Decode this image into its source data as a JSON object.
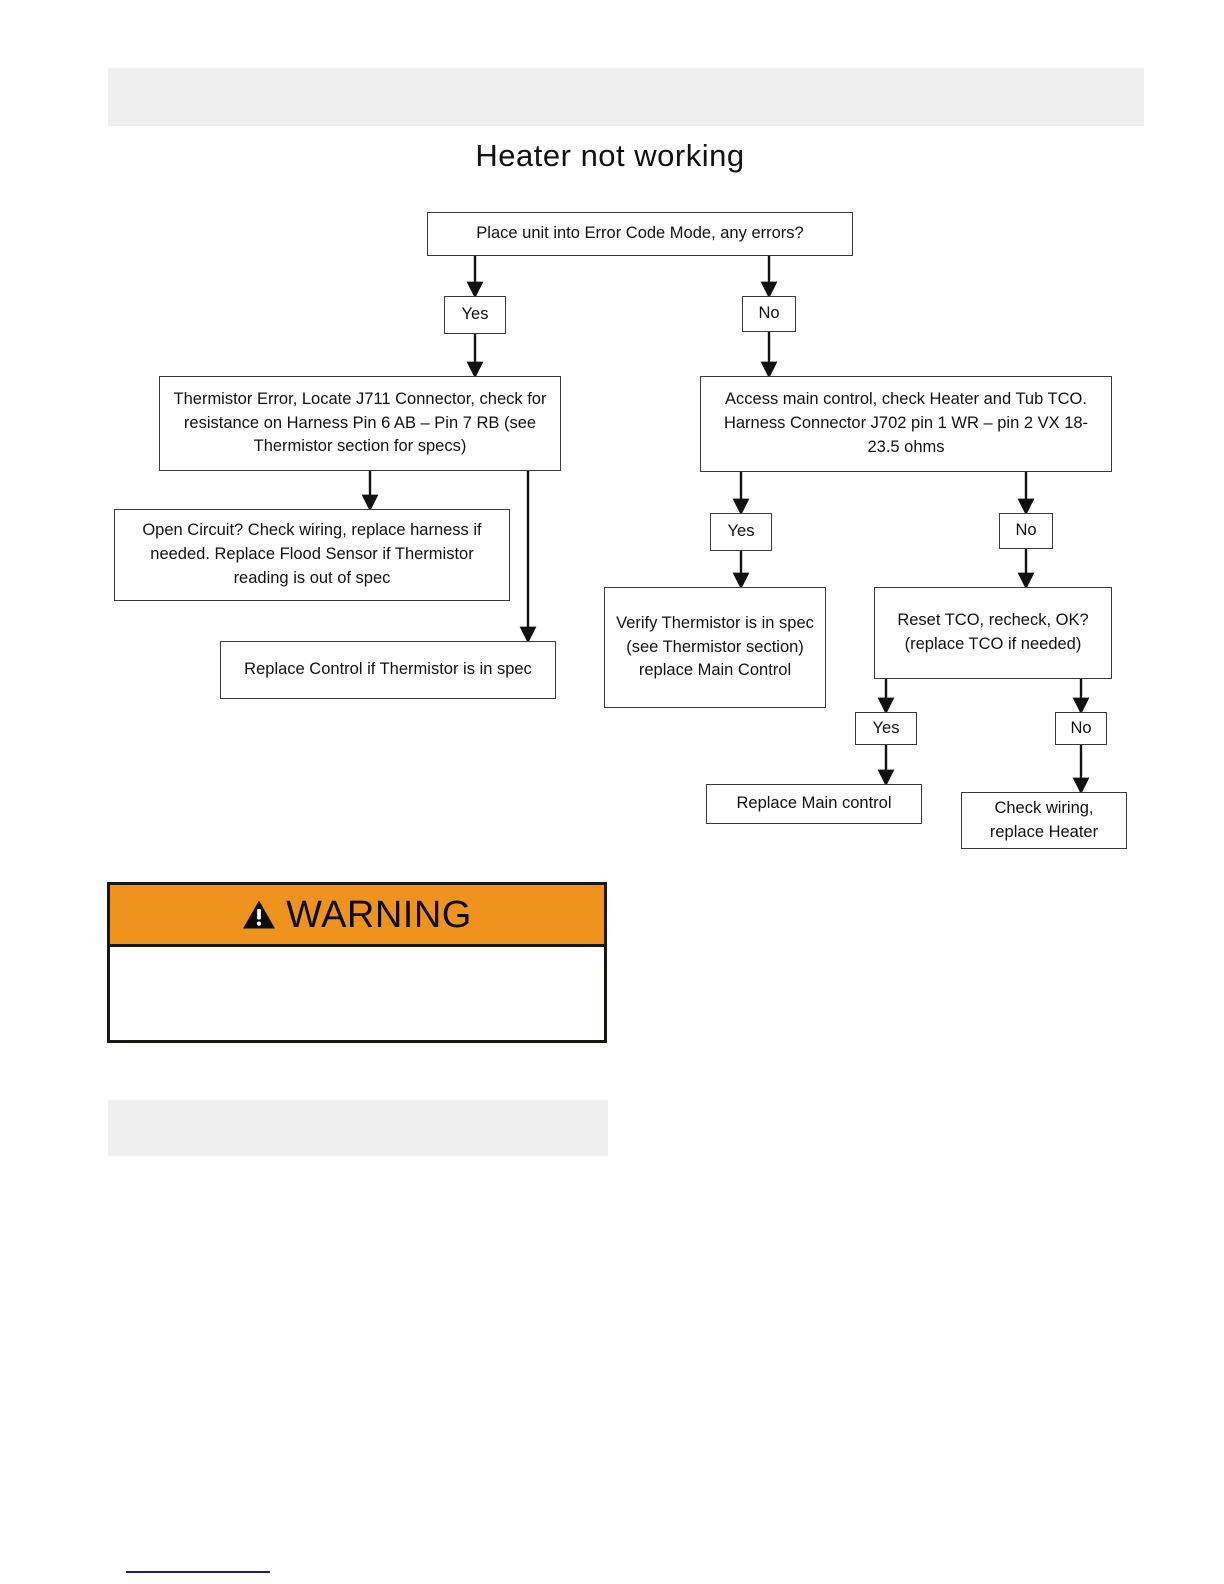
{
  "page": {
    "title": "Heater not working",
    "background_color": "#ffffff",
    "accent_gray": "#efefef",
    "footer_rule_color": "#1b1b8f"
  },
  "chart_data": {
    "type": "diagram",
    "diagram_kind": "troubleshooting-flowchart",
    "title": "Heater not working",
    "nodes": [
      {
        "id": "start",
        "label": "Place unit into Error Code Mode, any errors?"
      },
      {
        "id": "yes-1",
        "label": "Yes"
      },
      {
        "id": "no-1",
        "label": "No"
      },
      {
        "id": "thermistor",
        "label": "Thermistor Error, Locate J711 Connector, check for resistance on Harness Pin 6 AB – Pin 7 RB (see Thermistor section for specs)"
      },
      {
        "id": "access",
        "label": "Access main control, check Heater and Tub TCO. Harness Connector J702   pin 1 WR – pin 2 VX     18-23.5 ohms"
      },
      {
        "id": "open-circuit",
        "label": "Open Circuit? Check wiring, replace harness if needed.  Replace Flood Sensor if Thermistor reading is out of spec"
      },
      {
        "id": "replace-ctl",
        "label": "Replace Control if Thermistor is in spec"
      },
      {
        "id": "yes-2",
        "label": "Yes"
      },
      {
        "id": "no-2",
        "label": "No"
      },
      {
        "id": "verify",
        "label": "Verify Thermistor is in spec (see Thermistor section) replace Main Control"
      },
      {
        "id": "reset-tco",
        "label": "Reset TCO, recheck, OK? (replace TCO if needed)"
      },
      {
        "id": "yes-3",
        "label": "Yes"
      },
      {
        "id": "no-3",
        "label": "No"
      },
      {
        "id": "replace-main",
        "label": "Replace Main control"
      },
      {
        "id": "check-wiring",
        "label": "Check wiring, replace Heater"
      }
    ],
    "edges": [
      {
        "from": "start",
        "to": "yes-1"
      },
      {
        "from": "start",
        "to": "no-1"
      },
      {
        "from": "yes-1",
        "to": "thermistor"
      },
      {
        "from": "no-1",
        "to": "access"
      },
      {
        "from": "thermistor",
        "to": "open-circuit"
      },
      {
        "from": "thermistor",
        "to": "replace-ctl"
      },
      {
        "from": "access",
        "to": "yes-2"
      },
      {
        "from": "access",
        "to": "no-2"
      },
      {
        "from": "yes-2",
        "to": "verify"
      },
      {
        "from": "no-2",
        "to": "reset-tco"
      },
      {
        "from": "reset-tco",
        "to": "yes-3"
      },
      {
        "from": "reset-tco",
        "to": "no-3"
      },
      {
        "from": "yes-3",
        "to": "replace-main"
      },
      {
        "from": "no-3",
        "to": "check-wiring"
      }
    ]
  },
  "warning": {
    "label": "WARNING",
    "icon": "warning-triangle-icon",
    "header_color": "#f0931e",
    "border_color": "#1a1614",
    "body_text": ""
  }
}
